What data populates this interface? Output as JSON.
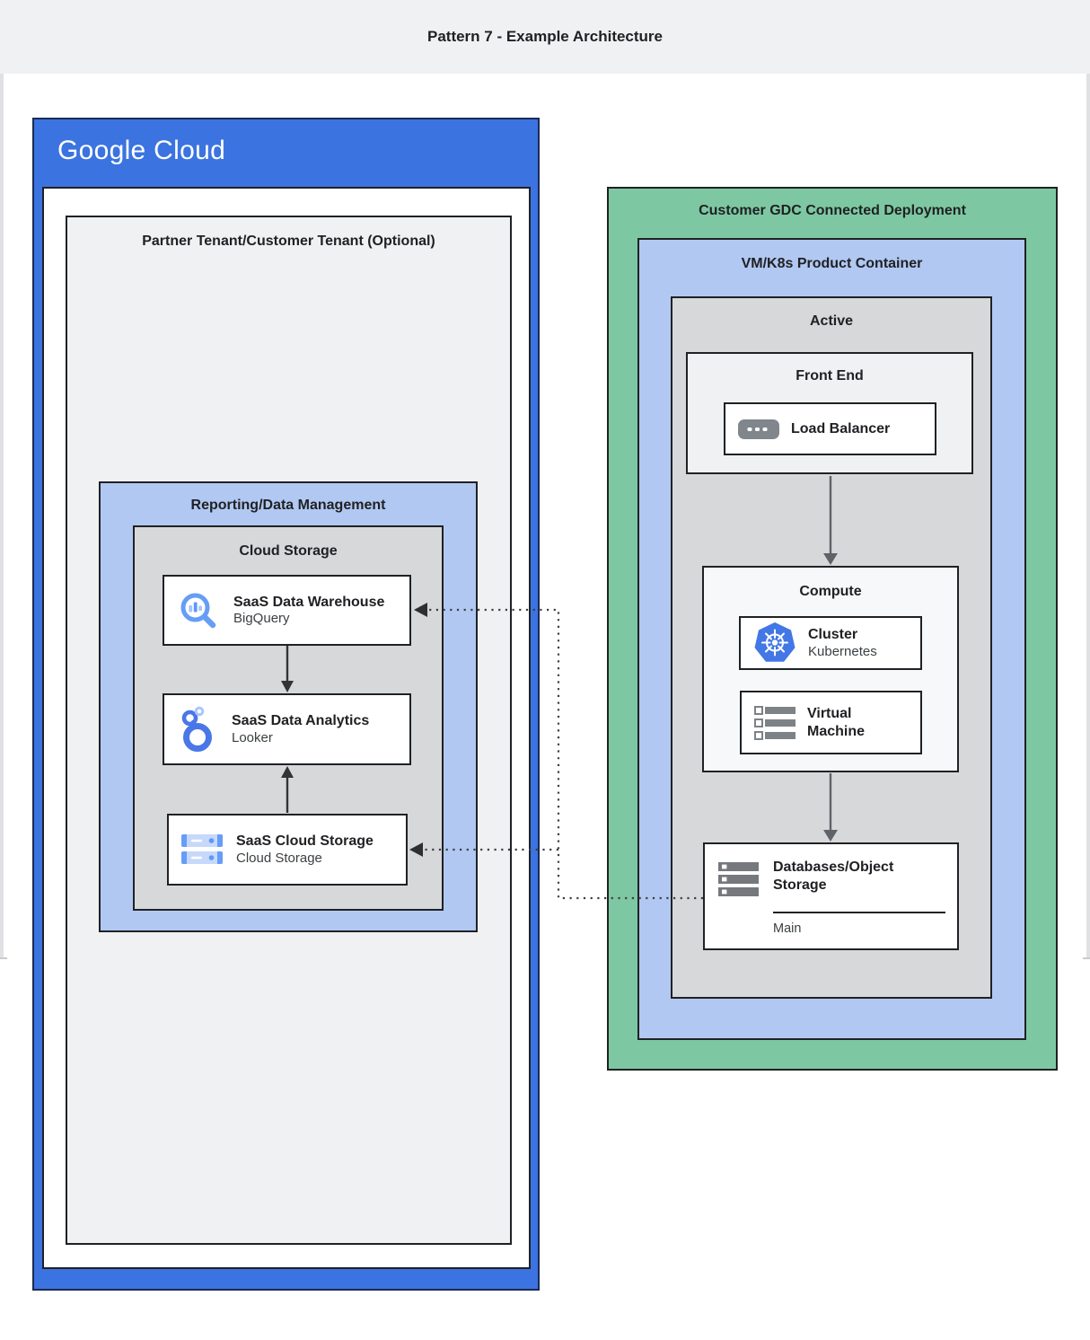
{
  "title_bar": {
    "title": "Pattern 7 - Example Architecture"
  },
  "google_cloud": {
    "logo_text": "Google Cloud",
    "partner_tenant": {
      "title": "Partner Tenant/Customer Tenant (Optional)"
    },
    "reporting": {
      "title": "Reporting/Data Management"
    },
    "cloud_storage_group": {
      "title": "Cloud Storage"
    },
    "cards": [
      {
        "title": "SaaS Data Warehouse",
        "subtitle": "BigQuery",
        "icon": "bigquery-icon"
      },
      {
        "title": "SaaS Data Analytics",
        "subtitle": "Looker",
        "icon": "looker-icon"
      },
      {
        "title": "SaaS Cloud Storage",
        "subtitle": "Cloud Storage",
        "icon": "cloud-storage-icon"
      }
    ]
  },
  "gdc_deployment": {
    "title": "Customer GDC Connected Deployment",
    "vm_k8s_container": {
      "title": "VM/K8s Product Container"
    },
    "active": {
      "title": "Active"
    },
    "front_end": {
      "title": "Front End",
      "load_balancer": {
        "title": "Load Balancer",
        "icon": "load-balancer-icon"
      }
    },
    "compute": {
      "title": "Compute",
      "cluster": {
        "title": "Cluster",
        "subtitle": "Kubernetes",
        "icon": "kubernetes-icon"
      },
      "virtual_machine": {
        "title": "Virtual Machine",
        "icon": "virtual-machine-icon"
      }
    },
    "databases": {
      "title": "Databases/Object Storage",
      "footer": "Main",
      "icon": "databases-icon"
    }
  },
  "colors": {
    "header_bg": "#f0f1f2",
    "google_blue": "#3b74e0",
    "google_blue_border": "#1b2a55",
    "green": "#7dc8a2",
    "light_blue": "#b1c8f2",
    "gray_panel": "#d6d8da",
    "light_panel": "#f0f1f3",
    "box_border": "#202124",
    "text": "#202124",
    "subtext": "#3c4043",
    "arrow_dark": "#333333",
    "arrow_gray": "#5f6368",
    "icon_blue": "#669df6",
    "icon_gray": "#80868b"
  }
}
